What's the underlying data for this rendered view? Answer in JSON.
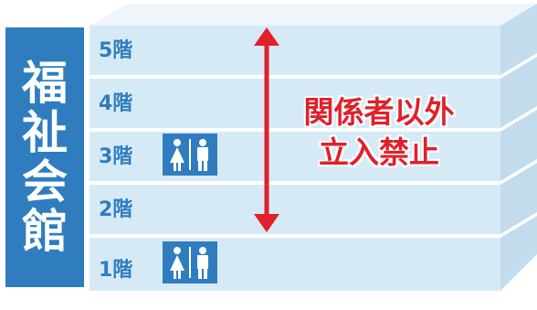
{
  "building": {
    "name_chars": [
      "福",
      "祉",
      "会",
      "館"
    ]
  },
  "floors": [
    {
      "label": "5階",
      "restroom": false
    },
    {
      "label": "4階",
      "restroom": false
    },
    {
      "label": "3階",
      "restroom": true
    },
    {
      "label": "2階",
      "restroom": false
    },
    {
      "label": "1階",
      "restroom": true
    }
  ],
  "notice": {
    "line1": "関係者以外",
    "line2": "立入禁止"
  },
  "icons": {
    "restroom": "restroom-icon",
    "arrow": "double-headed-vertical-arrow-icon"
  },
  "colors": {
    "brand_blue": "#2f7dbf",
    "floor_fill": "#d6eaf6",
    "floor_side": "#c3dced",
    "restricted_red": "#e0202a"
  }
}
